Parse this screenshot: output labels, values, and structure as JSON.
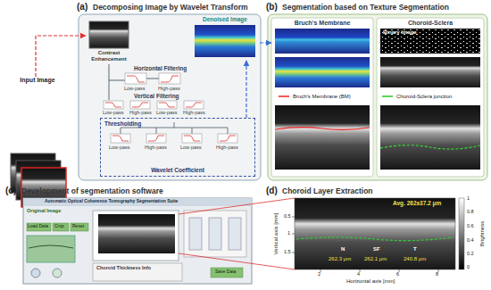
{
  "diagram": {
    "nodes": [
      {
        "text": [
          "(a)",
          "Decomposing Image by Wavelet Transform"
        ]
      },
      {
        "text": [
          "(b)",
          "Segmentation based on Texture Segmentation"
        ]
      },
      {
        "text": [
          "Bruch's Membrane"
        ],
        "in": 1
      },
      {
        "text": [
          "Choroid-Sclera"
        ],
        "in": 1
      },
      {
        "text": [
          "(c)",
          "Development of segmentation software"
        ]
      },
      {
        "text": [
          "(d)",
          "Choroid Layer Extraction"
        ]
      },
      {
        "text": [
          "Input Image"
        ]
      },
      {
        "text": [
          "Contrast Enhancement"
        ],
        "in": 0
      },
      {
        "text": [
          "Denoised Image"
        ],
        "in": 0
      },
      {
        "text": [
          "Thresholding",
          "Wavelet Coefficient"
        ],
        "in": 0
      }
    ],
    "edges": [
      {
        "from": 6,
        "to": 7,
        "arrow": "to"
      },
      {
        "from": 9,
        "to": 8,
        "arrow": "to"
      },
      {
        "from": 8,
        "to": 2,
        "arrow": "to"
      }
    ],
    "labels": [
      "Horizontal Filtering",
      "Low-pass",
      "High-pass",
      "Vertical Filtering",
      "Low-pass",
      "High-pass",
      "Low-pass",
      "High-pass",
      "Low-pass",
      "High-pass",
      "Low-pass",
      "High-pass",
      "Binary Image",
      "Bruch's Membrane (BM)",
      "Choroid-Sclera junction",
      "Automatic Optical Coherence Tomography Segmentation Suite",
      "Original Image",
      "Load Data",
      "Crop",
      "Reset",
      "Choroid Thickness Info",
      "Save Data",
      "Avg. 262±37.2 μm",
      "N",
      "SF",
      "T",
      "262.3 μm",
      "262.1 μm",
      "240.8 μm",
      "Vertical axis [mm]",
      "Horizontal axis [mm]",
      "0.5",
      "1",
      "1.5",
      "2",
      "4",
      "6",
      "8",
      "Brightness",
      "1",
      "0.8",
      "0.6",
      "0.4",
      "0.2",
      "0"
    ]
  }
}
